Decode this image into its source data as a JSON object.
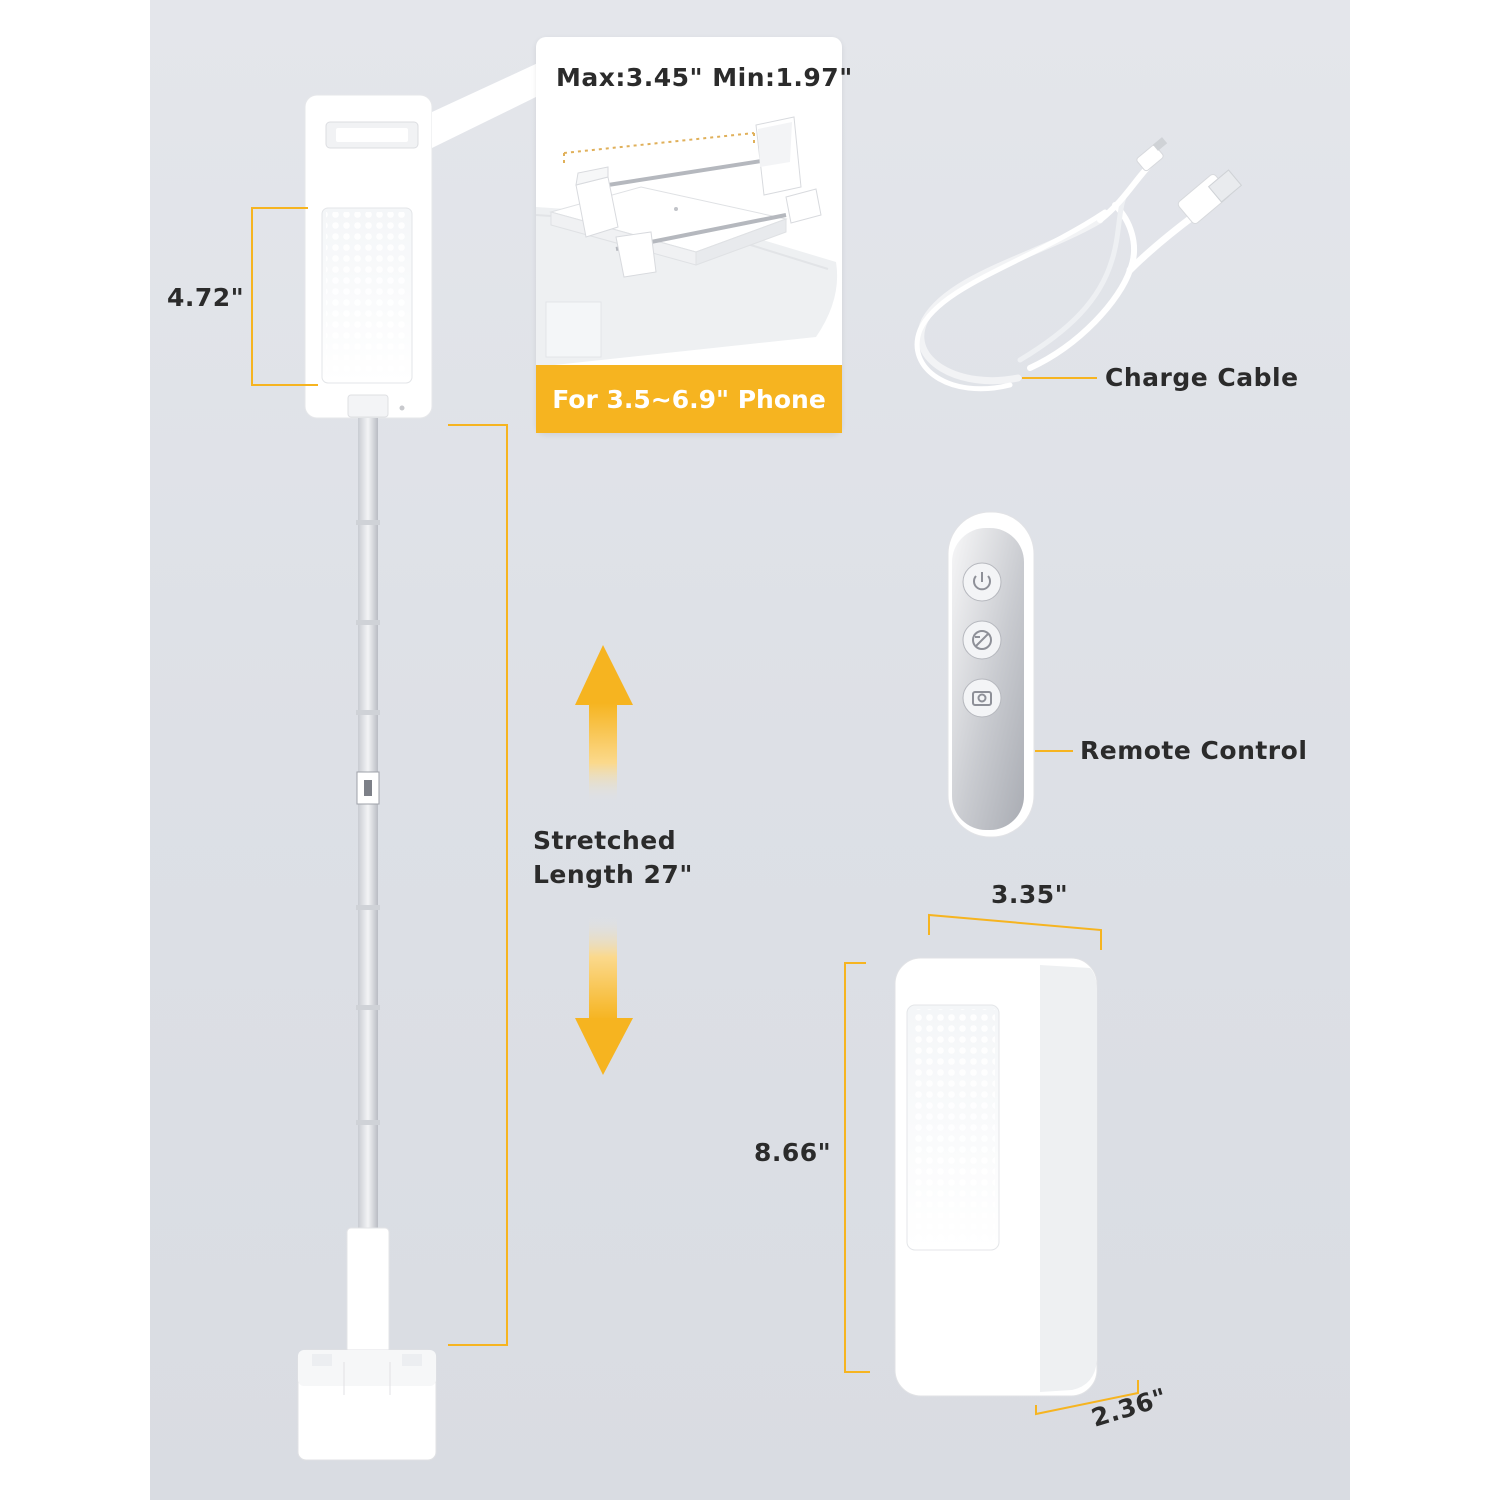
{
  "labels": {
    "clamp_range": "Max:3.45\" Min:1.97\"",
    "phone_size": "For 3.5~6.9\" Phone",
    "light_height": "4.72\"",
    "stretched_line1": "Stretched",
    "stretched_line2": "Length 27\"",
    "charge_cable": "Charge Cable",
    "remote_control": "Remote Control",
    "folded_width": "3.35\"",
    "folded_height": "8.66\"",
    "folded_depth": "2.36\""
  },
  "colors": {
    "accent": "#f6b420",
    "background": "#e0e3e8",
    "text": "#2b2b2b",
    "product": "#ffffff"
  },
  "icons": {
    "power": "power-icon",
    "brightness": "brightness-icon",
    "camera": "camera-icon"
  }
}
